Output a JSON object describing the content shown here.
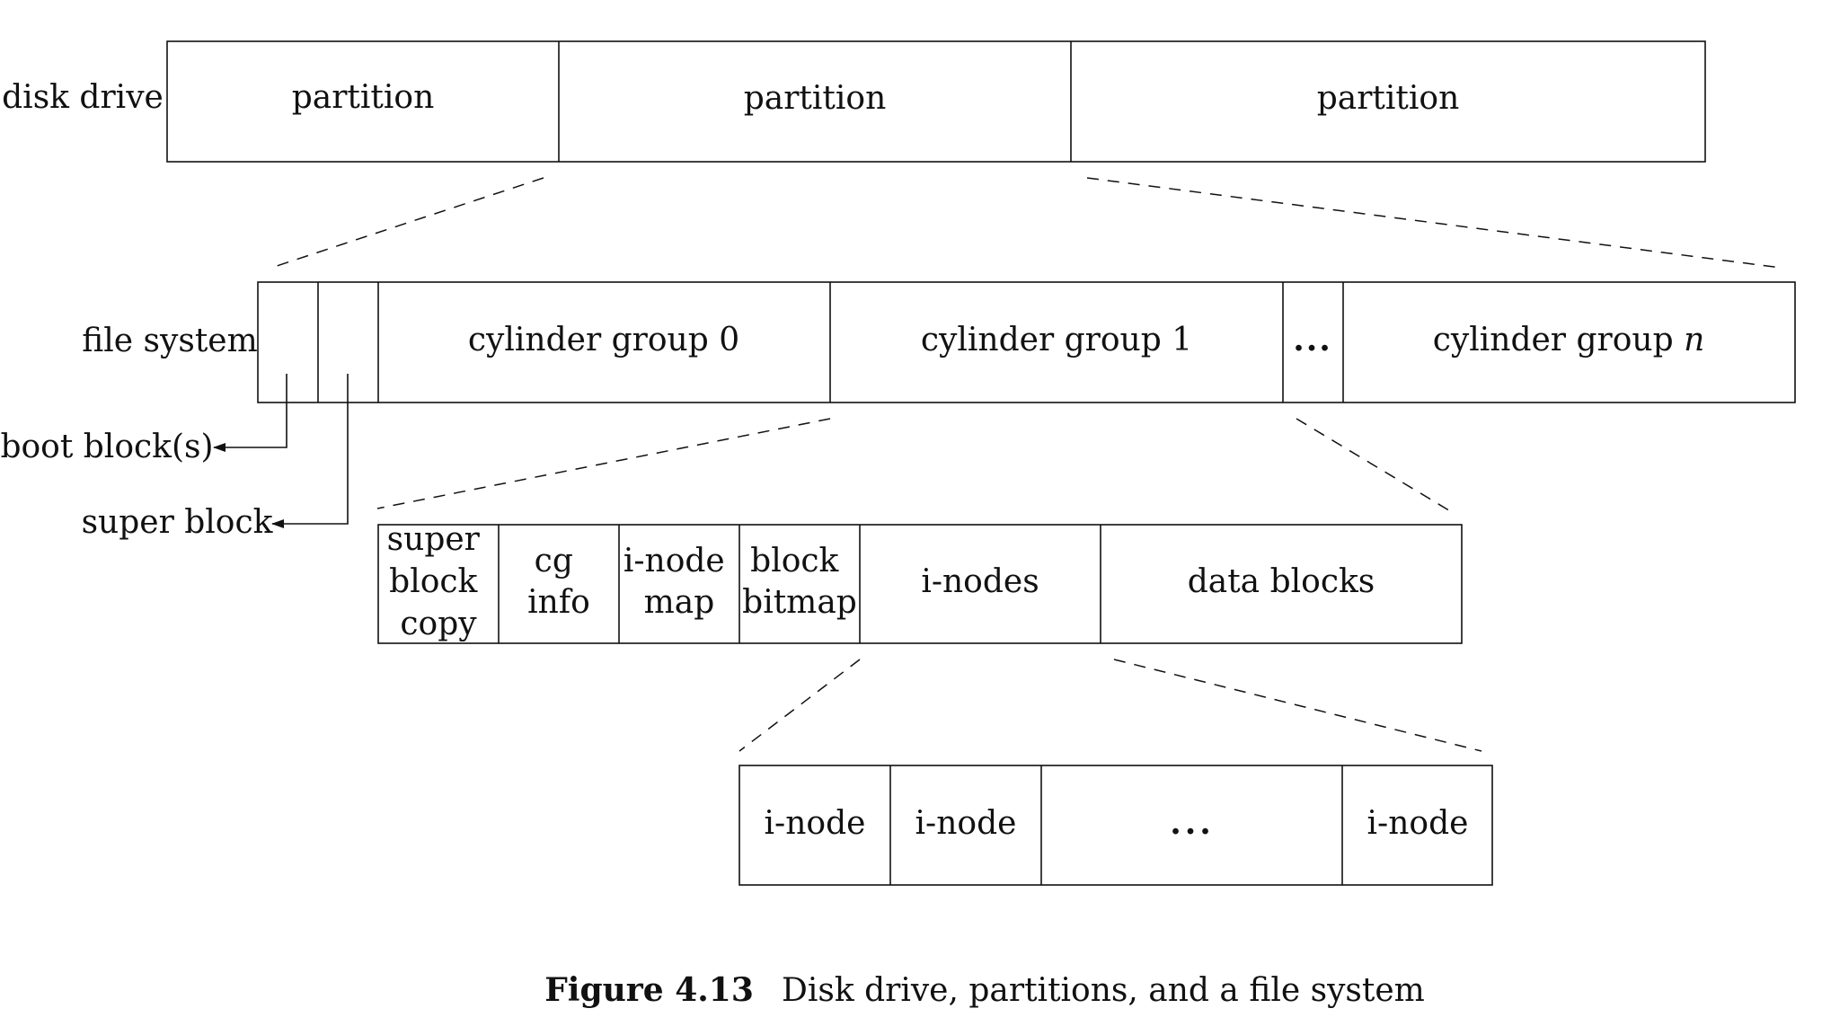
{
  "rows": {
    "disk_drive": {
      "label": "disk drive",
      "cells": [
        "partition",
        "partition",
        "partition"
      ]
    },
    "file_system": {
      "label": "file system",
      "cells": [
        "",
        "",
        "cylinder group 0",
        "cylinder group 1",
        "...",
        "cylinder group "
      ],
      "last_cell_italic_suffix": "n"
    },
    "cylinder_group": {
      "cells": [
        [
          "super",
          "block",
          "copy"
        ],
        [
          "cg",
          "info"
        ],
        [
          "i-node",
          "map"
        ],
        [
          "block",
          "bitmap"
        ],
        [
          "i-nodes"
        ],
        [
          "data blocks"
        ]
      ]
    },
    "inodes": {
      "cells": [
        "i-node",
        "i-node",
        "...",
        "i-node"
      ]
    }
  },
  "callouts": {
    "boot_block": "boot block(s)",
    "super_block": "super block"
  },
  "caption": {
    "number": "Figure 4.13",
    "text": "Disk drive, partitions, and a file system"
  },
  "colors": {
    "line": "#111111",
    "background": "#ffffff"
  }
}
